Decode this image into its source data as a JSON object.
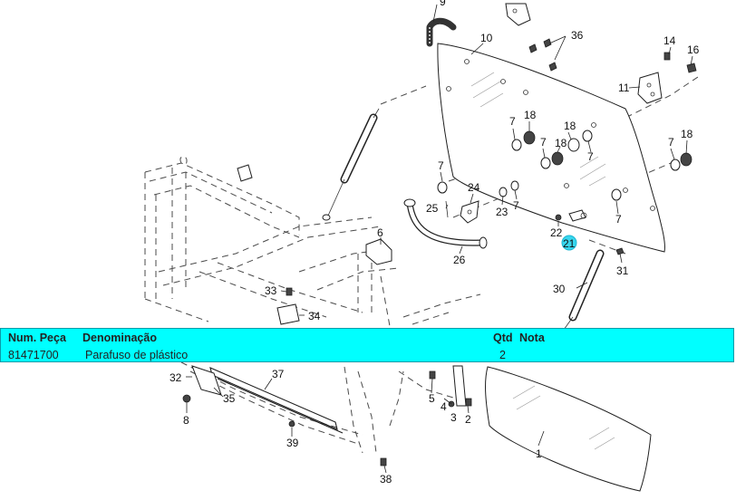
{
  "diagram": {
    "highlight_color": "#38d6ee",
    "band_color": "#00ffff",
    "highlighted_callout": "21",
    "callouts": [
      "1",
      "2",
      "3",
      "4",
      "5",
      "6",
      "7",
      "8",
      "9",
      "10",
      "11",
      "14",
      "16",
      "18",
      "21",
      "22",
      "23",
      "24",
      "25",
      "26",
      "30",
      "31",
      "32",
      "33",
      "34",
      "35",
      "36",
      "37",
      "38",
      "39"
    ]
  },
  "parts_table": {
    "headers": {
      "part_number": "Num. Peça",
      "description": "Denominação",
      "qty": "Qtd",
      "note": "Nota"
    },
    "rows": [
      {
        "part_number": "81471700",
        "description": "Parafuso de plástico",
        "qty": "2",
        "note": ""
      }
    ]
  }
}
